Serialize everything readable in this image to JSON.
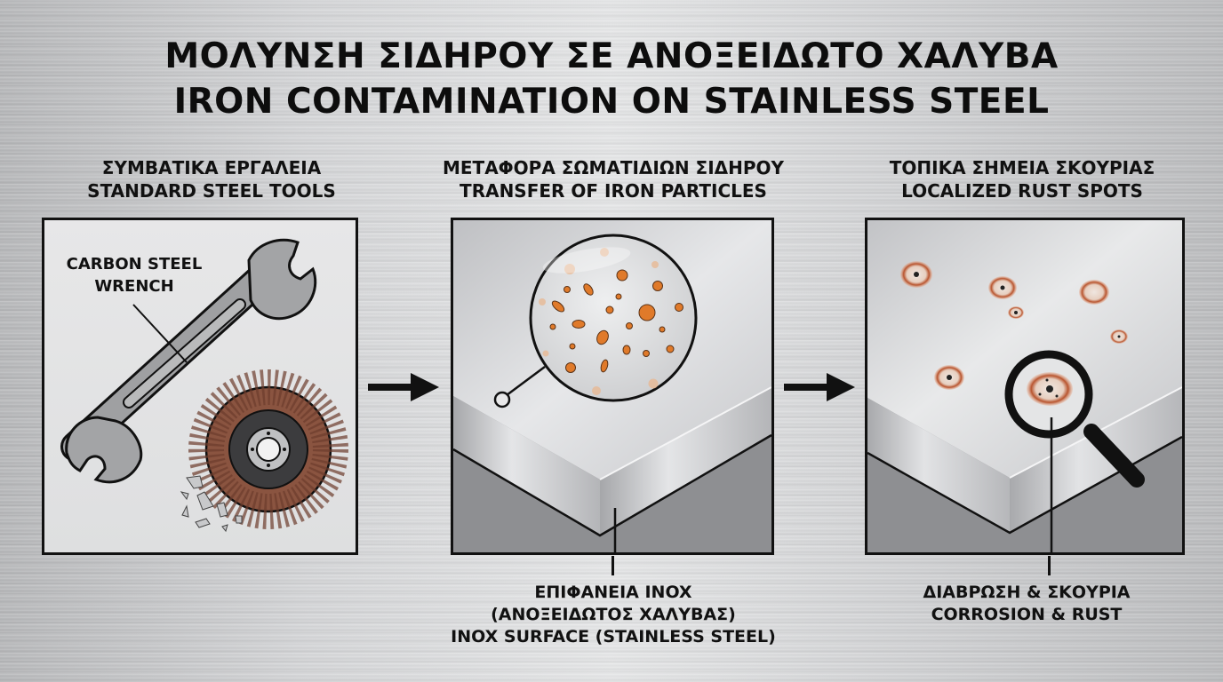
{
  "title": {
    "line_greek": "ΜΟΛΥΝΣΗ ΣΙΔΗΡΟΥ ΣΕ ΑΝΟΞΕΙΔΩΤΟ ΧΑΛΥΒΑ",
    "line_english": "IRON CONTAMINATION ON STAINLESS STEEL"
  },
  "steps": [
    {
      "heading_greek": "ΣΥΜΒΑΤΙΚΑ ΕΡΓΑΛΕΙΑ",
      "heading_english": "STANDARD STEEL TOOLS",
      "callout_line1": "CARBON STEEL",
      "callout_line2": "WRENCH",
      "illustration": [
        "wrench-icon",
        "flap-disc-icon",
        "metal-shards-icon"
      ]
    },
    {
      "heading_greek": "ΜΕΤΑΦΟΡΑ ΣΩΜΑΤΙΔΙΩΝ ΣΙΔΗΡΟΥ",
      "heading_english": "TRANSFER OF IRON PARTICLES",
      "caption_line1": "ΕΠΙΦΑΝΕΙΑ INOX",
      "caption_line2": "(ΑΝΟΞΕΙΔΩΤΟΣ ΧΑΛΥΒΑΣ)",
      "caption_line3": "INOX SURFACE (STAINLESS STEEL)",
      "illustration": [
        "steel-plate-icon",
        "magnified-particles-icon"
      ]
    },
    {
      "heading_greek": "ΤΟΠΙΚΑ ΣΗΜΕΙΑ ΣΚΟΥΡΙΑΣ",
      "heading_english": "LOCALIZED RUST SPOTS",
      "caption_line1": "ΔΙΑΒΡΩΣΗ & ΣΚΟΥΡΙΑ",
      "caption_line2": "CORROSION & RUST",
      "illustration": [
        "steel-plate-icon",
        "rust-spots-icon",
        "magnifying-glass-icon"
      ]
    }
  ],
  "arrows": [
    "arrow-right-icon",
    "arrow-right-icon"
  ],
  "colors": {
    "ink": "#111111",
    "particle_orange": "#e07a2a",
    "rust_ring": "#b8542e",
    "disc_brown": "#8a5440",
    "steel_light": "#dcdddf",
    "steel_dark": "#8c8d90"
  }
}
